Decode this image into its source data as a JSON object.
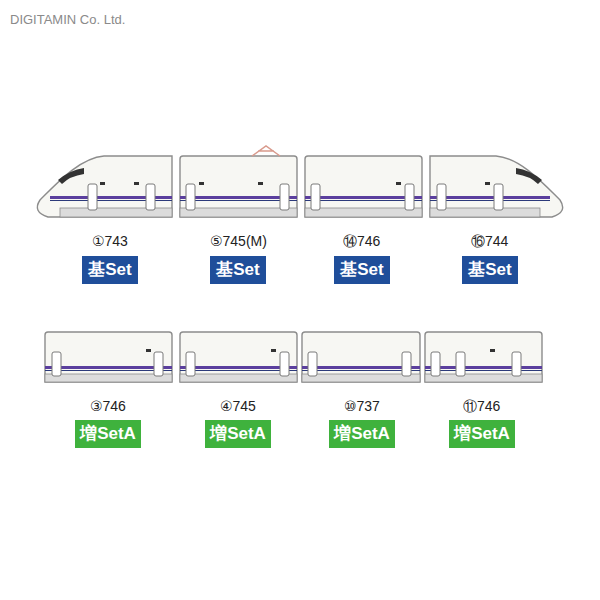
{
  "diagram": {
    "nodes": [
      {
        "text": [
          "基Set"
        ]
      },
      {
        "text": [
          "基Set"
        ]
      },
      {
        "text": [
          "基Set"
        ]
      },
      {
        "text": [
          "基Set"
        ]
      },
      {
        "text": [
          "増SetA"
        ]
      },
      {
        "text": [
          "増SetA"
        ]
      },
      {
        "text": [
          "増SetA"
        ]
      },
      {
        "text": [
          "増SetA"
        ]
      }
    ],
    "labels": [
      "DIGITAMIN Co. Ltd.",
      "①743",
      "⑤745(M)",
      "⑭746",
      "⑯744",
      "③746",
      "④745",
      "⑩737",
      "⑪746"
    ]
  }
}
